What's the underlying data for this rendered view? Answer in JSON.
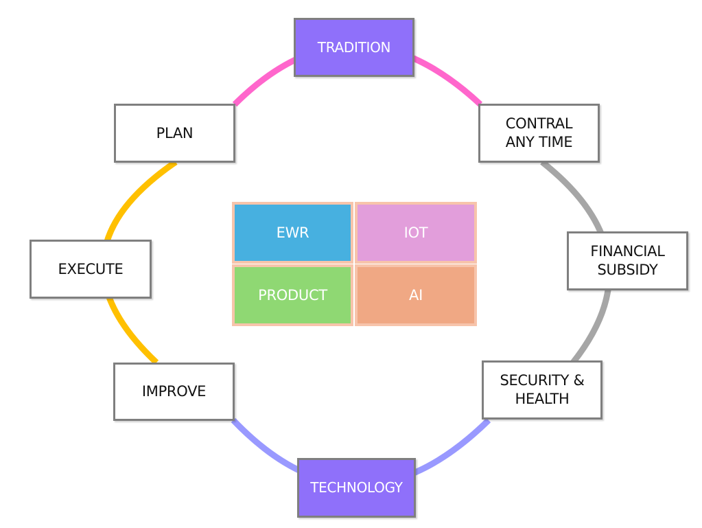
{
  "diagram": {
    "title": "",
    "cycle_nodes": [
      {
        "id": "tradition",
        "label": "TRADITION",
        "style": "accent"
      },
      {
        "id": "contral-any-time",
        "label": "CONTRAL\nANY TIME",
        "style": "plain"
      },
      {
        "id": "financial-subsidy",
        "label": "FINANCIAL\nSUBSIDY",
        "style": "plain"
      },
      {
        "id": "security-health",
        "label": "SECURITY &\nHEALTH",
        "style": "plain"
      },
      {
        "id": "technology",
        "label": "TECHNOLOGY",
        "style": "accent"
      },
      {
        "id": "improve",
        "label": "IMPROVE",
        "style": "plain"
      },
      {
        "id": "execute",
        "label": "EXECUTE",
        "style": "plain"
      },
      {
        "id": "plan",
        "label": "PLAN",
        "style": "plain"
      }
    ],
    "arcs": [
      {
        "id": "top-arc",
        "from": "plan",
        "to": "contral-any-time",
        "via": "tradition",
        "color": "#ff66cc"
      },
      {
        "id": "right-arc",
        "from": "contral-any-time",
        "to": "security-health",
        "via": "financial-subsidy",
        "color": "#a6a6a6"
      },
      {
        "id": "bottom-arc",
        "from": "security-health",
        "to": "improve",
        "via": "technology",
        "color": "#9999ff"
      },
      {
        "id": "left-arc",
        "from": "improve",
        "to": "plan",
        "via": "execute",
        "color": "#ffc000"
      }
    ],
    "center_grid": [
      {
        "id": "ewr",
        "label": "EWR",
        "color": "#47b0e0"
      },
      {
        "id": "iot",
        "label": "IOT",
        "color": "#e29edb"
      },
      {
        "id": "product",
        "label": "PRODUCT",
        "color": "#8fd873"
      },
      {
        "id": "ai",
        "label": "AI",
        "color": "#f0a884"
      }
    ],
    "colors": {
      "accent_fill": "#8f70fa",
      "node_border": "#7f7f7f",
      "tile_border": "#f7c4ab"
    }
  }
}
